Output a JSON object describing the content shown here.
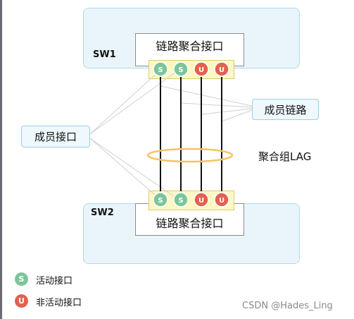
{
  "switches": {
    "sw1": {
      "name": "SW1",
      "interface_label": "链路聚合接口"
    },
    "sw2": {
      "name": "SW2",
      "interface_label": "链路聚合接口"
    }
  },
  "ports": {
    "sw1": [
      {
        "letter": "S",
        "state": "active"
      },
      {
        "letter": "S",
        "state": "active"
      },
      {
        "letter": "U",
        "state": "inactive"
      },
      {
        "letter": "U",
        "state": "inactive"
      }
    ],
    "sw2": [
      {
        "letter": "S",
        "state": "active"
      },
      {
        "letter": "S",
        "state": "active"
      },
      {
        "letter": "U",
        "state": "inactive"
      },
      {
        "letter": "U",
        "state": "inactive"
      }
    ]
  },
  "labels": {
    "member_port": "成员接口",
    "member_link": "成员链路",
    "lag": "聚合组LAG"
  },
  "legend": {
    "active": {
      "letter": "S",
      "text": "活动接口"
    },
    "inactive": {
      "letter": "U",
      "text": "非活动接口"
    }
  },
  "watermark": "CSDN @Hades_Ling",
  "colors": {
    "active": "#7cc59b",
    "inactive": "#e2614f",
    "ring": "#f2c463"
  }
}
